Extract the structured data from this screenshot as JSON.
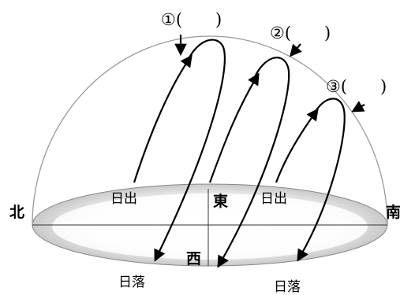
{
  "labels": {
    "north": "北",
    "south": "南",
    "east": "東",
    "west": "西",
    "sunrise_left": "日出",
    "sunrise_right": "日出",
    "sunset_left": "日落",
    "sunset_right": "日落"
  },
  "paths": [
    {
      "marker": "①(　　)",
      "arrow_hint": "down-arrow"
    },
    {
      "marker": "②(　　)",
      "arrow_hint": "down-left-arrow"
    },
    {
      "marker": "③(　　)",
      "arrow_hint": "down-left-arrow"
    }
  ]
}
